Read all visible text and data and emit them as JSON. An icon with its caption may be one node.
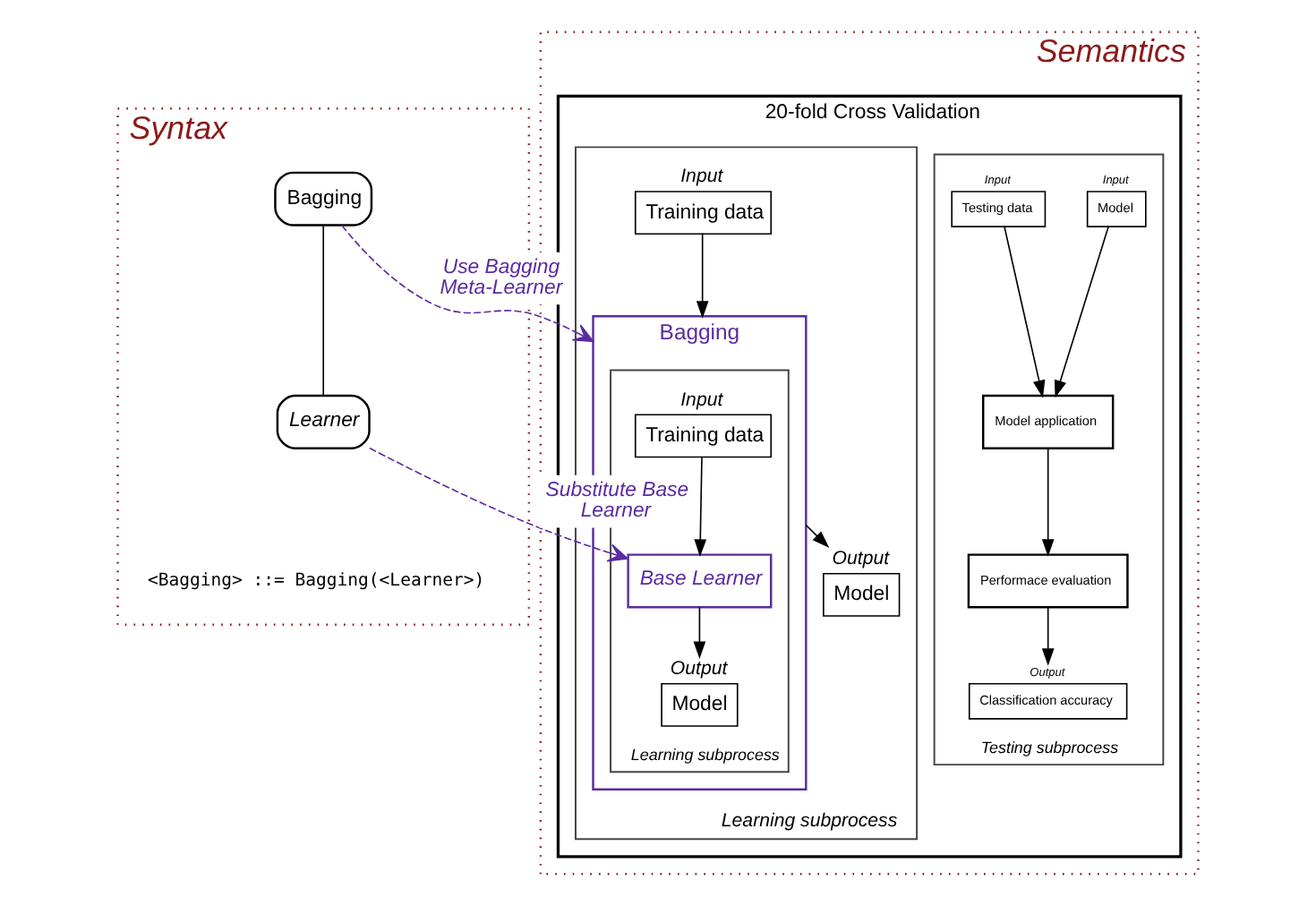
{
  "diagram": {
    "nodes": [
      {
        "text": [
          "Syntax"
        ]
      },
      {
        "text": [
          "Bagging"
        ],
        "in": 0
      },
      {
        "text": [
          "Learner"
        ],
        "in": 0
      },
      {
        "text": [
          "Semantics"
        ]
      },
      {
        "text": [
          "20-fold Cross Validation"
        ],
        "in": 3
      },
      {
        "text": [
          "Learning subprocess"
        ],
        "in": 4
      },
      {
        "text": [
          "Training data"
        ],
        "in": 5,
        "beside": [
          "Input"
        ]
      },
      {
        "text": [
          "Bagging"
        ],
        "in": 5
      },
      {
        "text": [
          "Learning subprocess"
        ],
        "in": 7
      },
      {
        "text": [
          "Training data"
        ],
        "in": 8,
        "beside": [
          "Input"
        ]
      },
      {
        "text": [
          "Base Learner"
        ],
        "in": 8
      },
      {
        "text": [
          "Model"
        ],
        "in": 8,
        "beside": [
          "Output"
        ]
      },
      {
        "text": [
          "Model"
        ],
        "in": 5,
        "beside": [
          "Output"
        ]
      },
      {
        "text": [
          "Testing subprocess"
        ],
        "in": 4
      },
      {
        "text": [
          "Model"
        ],
        "in": 13,
        "beside": [
          "Input"
        ]
      },
      {
        "text": [
          "Testing data"
        ],
        "in": 13,
        "beside": [
          "Input"
        ]
      },
      {
        "text": [
          "Model application"
        ],
        "in": 13
      },
      {
        "text": [
          "Performace evaluation"
        ],
        "in": 13
      },
      {
        "text": [
          "Classification accuracy"
        ],
        "in": 13,
        "beside": [
          "Output"
        ]
      }
    ],
    "edges": [
      {
        "from": 1,
        "to": 2,
        "arrow": "none"
      },
      {
        "from": 1,
        "to": 7,
        "arrow": "to",
        "label": "Use Bagging Meta-Learner",
        "style": "dashed",
        "color": "#5a2ca0"
      },
      {
        "from": 2,
        "to": 10,
        "arrow": "to",
        "label": "Substitute Base Learner",
        "style": "dashed",
        "color": "#5a2ca0"
      },
      {
        "from": 6,
        "to": 7,
        "arrow": "to"
      },
      {
        "from": 7,
        "to": 12,
        "arrow": "to"
      },
      {
        "from": 9,
        "to": 10,
        "arrow": "to"
      },
      {
        "from": 10,
        "to": 11,
        "arrow": "to"
      },
      {
        "from": 14,
        "to": 16,
        "arrow": "to"
      },
      {
        "from": 15,
        "to": 16,
        "arrow": "to"
      },
      {
        "from": 16,
        "to": 17,
        "arrow": "to"
      },
      {
        "from": 17,
        "to": 18,
        "arrow": "to"
      }
    ],
    "labels": [
      "<Bagging> ::= Bagging(<Learner>)"
    ]
  }
}
